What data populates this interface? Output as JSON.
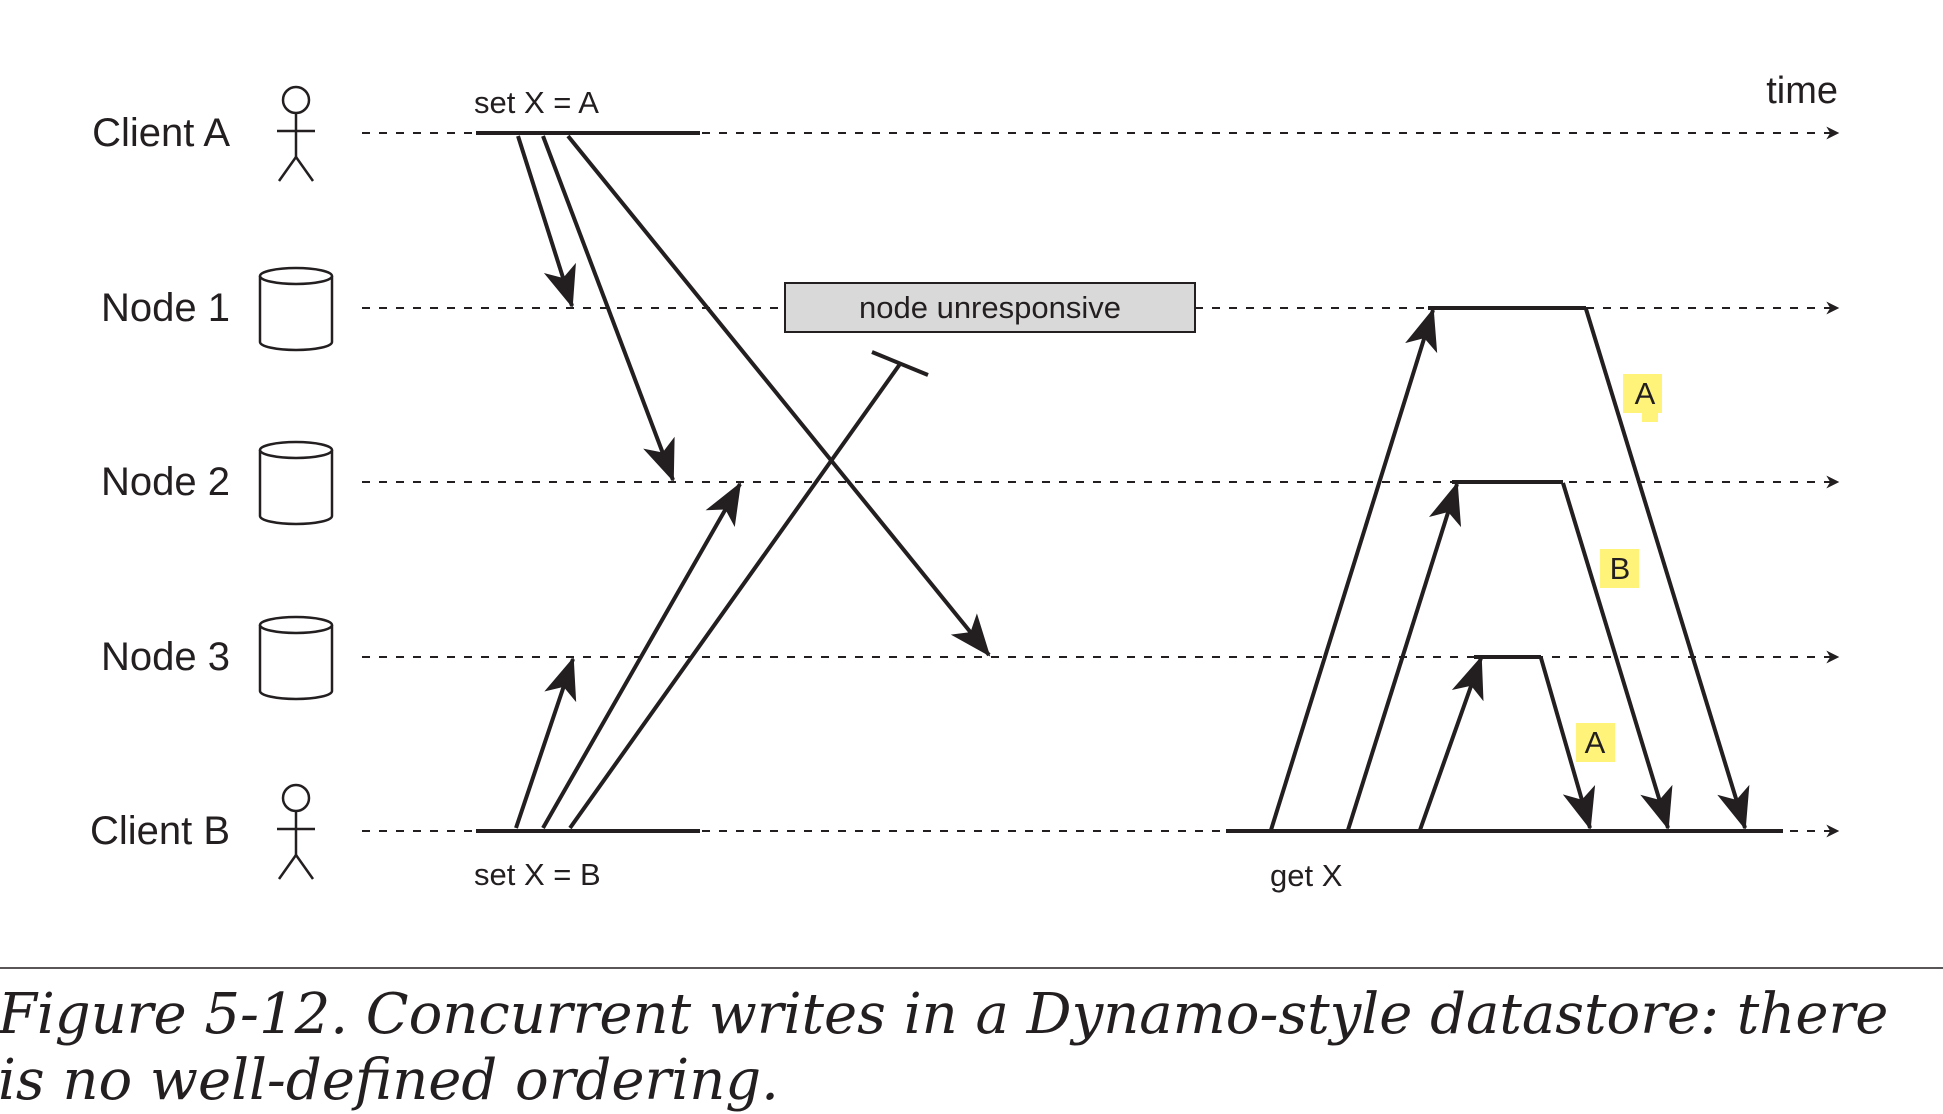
{
  "time_label": "time",
  "participants": [
    {
      "name": "Client A",
      "icon": "stick-figure-icon"
    },
    {
      "name": "Node 1",
      "icon": "cylinder-icon"
    },
    {
      "name": "Node 2",
      "icon": "cylinder-icon"
    },
    {
      "name": "Node 3",
      "icon": "cylinder-icon"
    },
    {
      "name": "Client B",
      "icon": "stick-figure-icon"
    }
  ],
  "operations": {
    "set_a": "set X = A",
    "set_b": "set X = B",
    "get": "get X"
  },
  "unresponsive_label": "node unresponsive",
  "responses": [
    "A",
    "B",
    "A"
  ],
  "highlight_color": "#fff37a",
  "caption": "Figure 5-12. Concurrent writes in a Dynamo-style datastore: there is no well-defined ordering."
}
